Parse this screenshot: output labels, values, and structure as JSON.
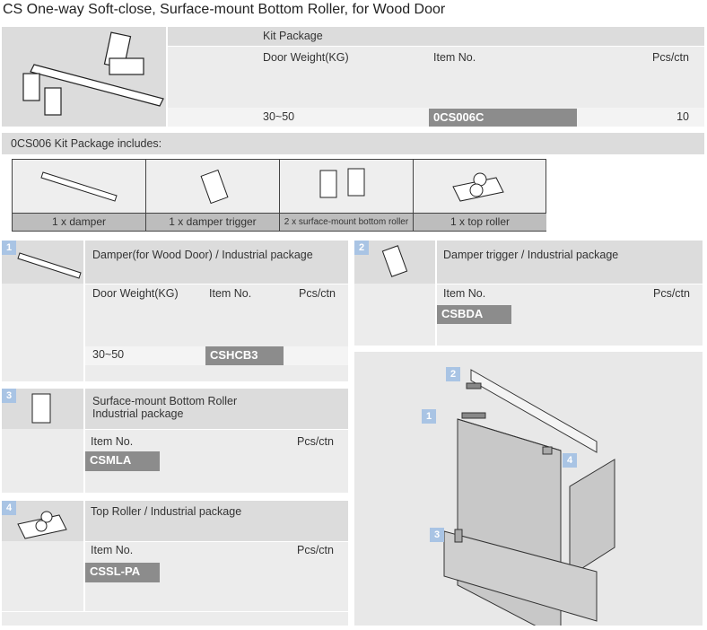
{
  "title": "CS One-way Soft-close, Surface-mount Bottom Roller, for Wood Door",
  "kit": {
    "heading": "Kit Package",
    "col_weight": "Door Weight(KG)",
    "col_item": "Item No.",
    "col_pcs": "Pcs/ctn",
    "weight": "30~50",
    "item": "0CS006C",
    "pcs": "10"
  },
  "includes": {
    "heading": "0CS006 Kit Package includes:",
    "items": [
      "1 x damper",
      "1 x damper trigger",
      "2 x surface-mount bottom roller",
      "1 x top roller"
    ]
  },
  "panels": [
    {
      "badge": "1",
      "title": "Damper(for Wood Door) / Industrial package",
      "col_weight": "Door Weight(KG)",
      "col_item": "Item No.",
      "col_pcs": "Pcs/ctn",
      "weight": "30~50",
      "item": "CSHCB3"
    },
    {
      "badge": "2",
      "title": "Damper trigger / Industrial package",
      "col_item": "Item No.",
      "col_pcs": "Pcs/ctn",
      "item": "CSBDA"
    },
    {
      "badge": "3",
      "title_line1": "Surface-mount Bottom Roller",
      "title_line2": "Industrial package",
      "col_item": "Item No.",
      "col_pcs": "Pcs/ctn",
      "item": "CSMLA"
    },
    {
      "badge": "4",
      "title": "Top Roller / Industrial package",
      "col_item": "Item No.",
      "col_pcs": "Pcs/ctn",
      "item": "CSSL-PA"
    }
  ],
  "diagram": {
    "labels": [
      "1",
      "2",
      "3",
      "4"
    ]
  }
}
